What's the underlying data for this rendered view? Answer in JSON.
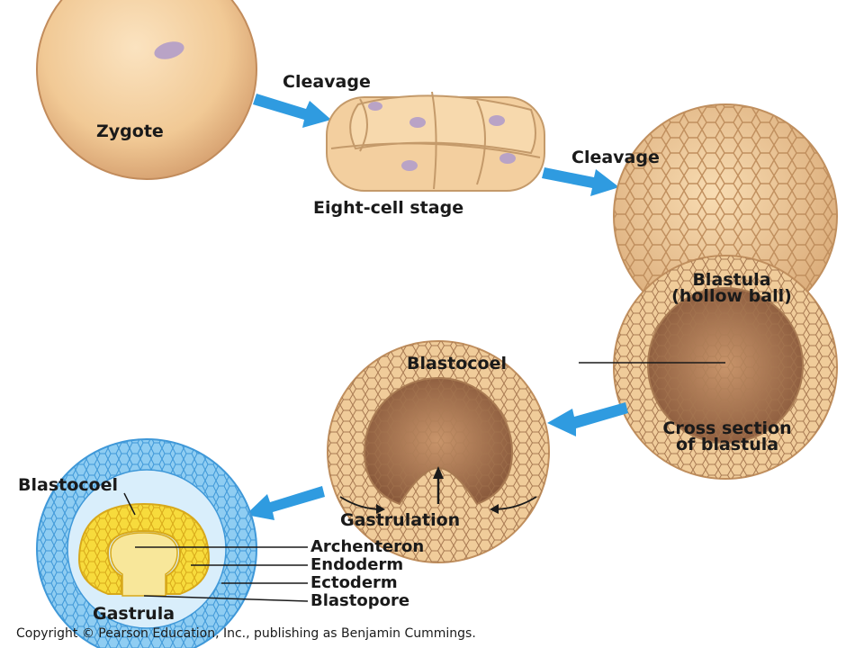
{
  "labels": {
    "zygote": "Zygote",
    "cleavage_1": "Cleavage",
    "eight_cell": "Eight-cell stage",
    "cleavage_2": "Cleavage",
    "blastula_1": "Blastula",
    "blastula_2": "(hollow ball)",
    "blastocoel_1": "Blastocoel",
    "cross_section_1": "Cross section",
    "cross_section_2": "of blastula",
    "gastrulation": "Gastrulation",
    "blastocoel_2": "Blastocoel",
    "archenteron": "Archenteron",
    "endoderm": "Endoderm",
    "ectoderm": "Ectoderm",
    "blastopore": "Blastopore",
    "gastrula": "Gastrula"
  },
  "copyright": "Copyright © Pearson Education, Inc., publishing as Benjamin Cummings.",
  "colors": {
    "arrow": "#2f9be0",
    "cell_fill": "#f3cf9f",
    "cell_edge": "#c49a6a",
    "nucleus": "#b8a0c8",
    "cavity": "#8a5a3c",
    "ectoderm": "#7cc4ee",
    "endoderm": "#f5d42a"
  }
}
